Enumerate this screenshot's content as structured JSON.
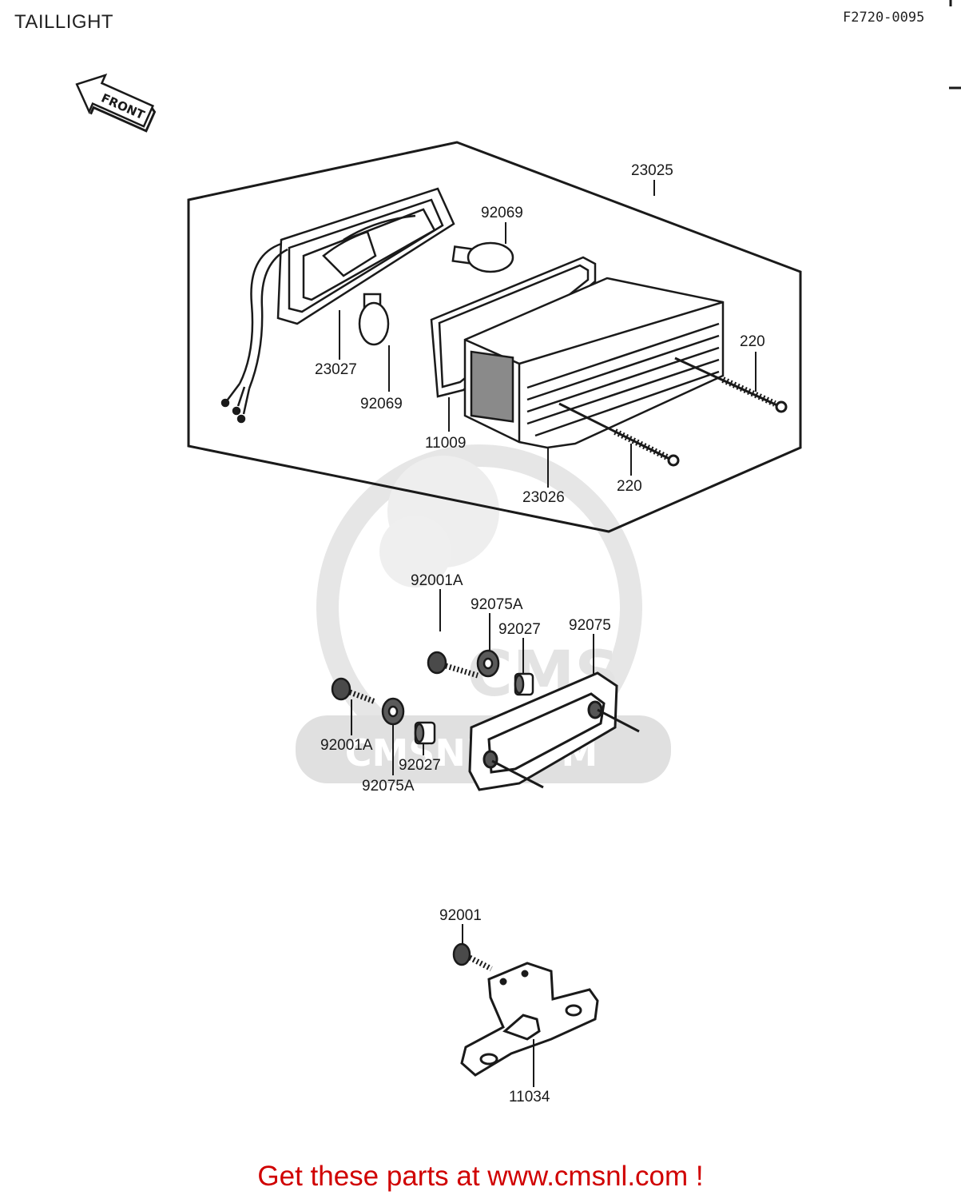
{
  "header": {
    "title": "TAILLIGHT",
    "code": "F2720-0095"
  },
  "front_arrow": {
    "label": "FRONT"
  },
  "watermark": {
    "brand": "CMS",
    "domain": "CMSNL.COM"
  },
  "callouts": [
    {
      "id": "23025",
      "text": "23025"
    },
    {
      "id": "92069-upper",
      "text": "92069"
    },
    {
      "id": "23027",
      "text": "23027"
    },
    {
      "id": "92069-lower",
      "text": "92069"
    },
    {
      "id": "11009",
      "text": "11009"
    },
    {
      "id": "220-upper",
      "text": "220"
    },
    {
      "id": "220-lower",
      "text": "220"
    },
    {
      "id": "23026",
      "text": "23026"
    },
    {
      "id": "92001A-upper",
      "text": "92001A"
    },
    {
      "id": "92075A-upper",
      "text": "92075A"
    },
    {
      "id": "92027-upper",
      "text": "92027"
    },
    {
      "id": "92075",
      "text": "92075"
    },
    {
      "id": "92001A-lower",
      "text": "92001A"
    },
    {
      "id": "92027-lower",
      "text": "92027"
    },
    {
      "id": "92075A-lower",
      "text": "92075A"
    },
    {
      "id": "92001",
      "text": "92001"
    },
    {
      "id": "11034",
      "text": "11034"
    }
  ],
  "footer": {
    "text": "Get these parts at www.cmsnl.com !",
    "color": "#d00000"
  },
  "colors": {
    "line": "#1a1a1a",
    "watermark": "#e6e6e6"
  }
}
